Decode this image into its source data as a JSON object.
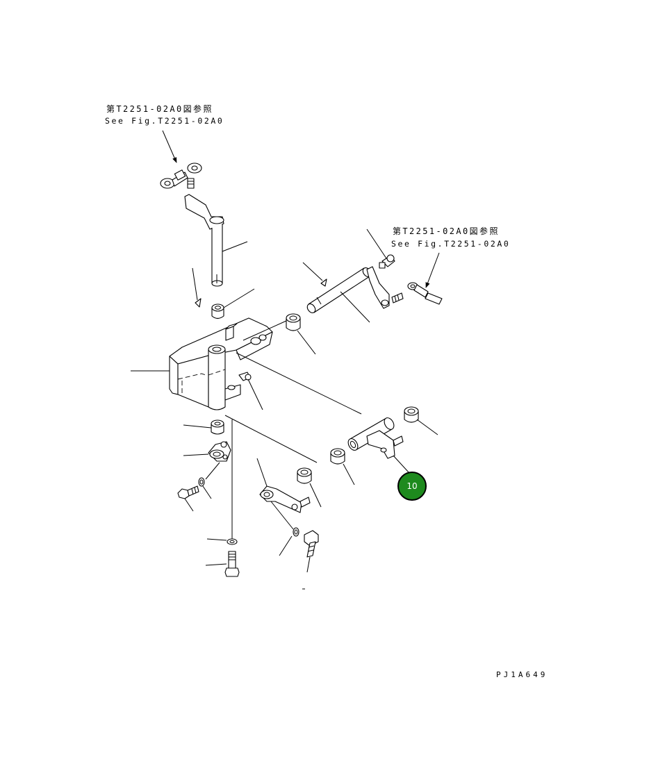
{
  "references": {
    "top_left": {
      "jp": "第T2251-02A0図参照",
      "en": "See Fig.T2251-02A0"
    },
    "right": {
      "jp": "第T2251-02A0図参照",
      "en": "See Fig.T2251-02A0"
    }
  },
  "callout": {
    "number": "10",
    "color": "#1e8a1e",
    "ring_color": "#000000"
  },
  "figure_code": "PJ1A649"
}
